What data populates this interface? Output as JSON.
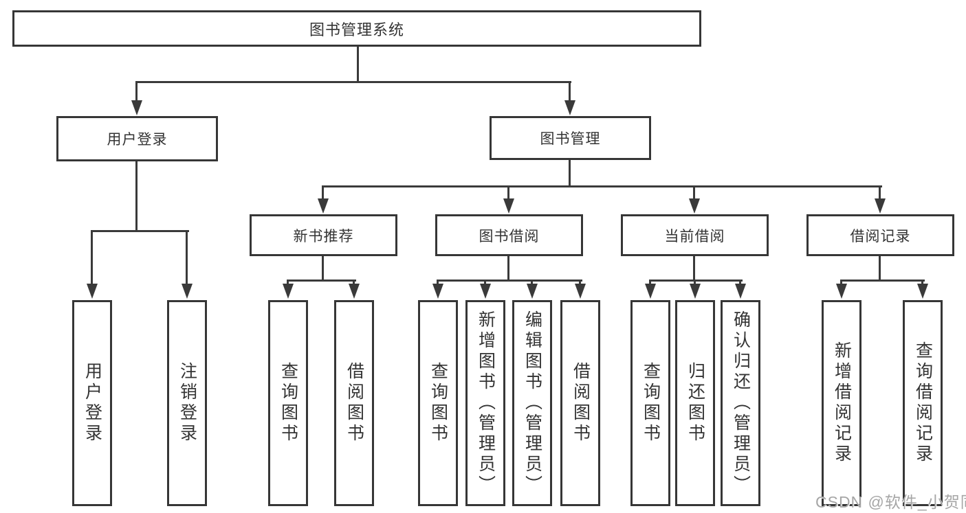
{
  "title": {
    "label": "图书管理系统"
  },
  "level2": {
    "user_login": {
      "label": "用户登录"
    },
    "book_mgmt": {
      "label": "图书管理"
    }
  },
  "level3": {
    "new_books": {
      "label": "新书推荐"
    },
    "borrowing": {
      "label": "图书借阅"
    },
    "current": {
      "label": "当前借阅"
    },
    "records": {
      "label": "借阅记录"
    }
  },
  "leaves": {
    "login": {
      "label": "用户登录"
    },
    "logout": {
      "label": "注销登录"
    },
    "nb_query": {
      "label": "查询图书"
    },
    "nb_borrow": {
      "label": "借阅图书"
    },
    "bw_query": {
      "label": "查询图书"
    },
    "bw_add": {
      "label": "新增图书（管理员）"
    },
    "bw_edit": {
      "label": "编辑图书（管理员）"
    },
    "bw_borrow": {
      "label": "借阅图书"
    },
    "cur_query": {
      "label": "查询图书"
    },
    "cur_return": {
      "label": "归还图书"
    },
    "cur_confirm": {
      "label": "确认归还（管理员）"
    },
    "rec_add": {
      "label": "新增借阅记录"
    },
    "rec_query": {
      "label": "查询借阅记录"
    }
  },
  "watermark": {
    "text": "CSDN @软件_小贺同学"
  },
  "colors": {
    "line": "#3a3a3a",
    "border": "#363636",
    "text": "#333333",
    "watermark": "#a6a6a6"
  }
}
